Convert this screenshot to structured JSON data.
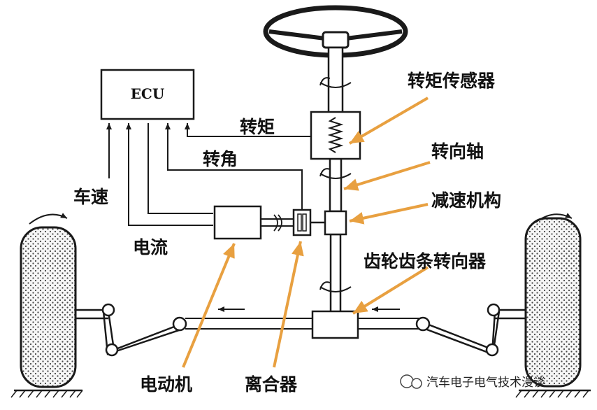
{
  "ecu": "ECU",
  "labels": {
    "torque_signal": "转矩",
    "angle_signal": "转角",
    "vehicle_speed": "车速",
    "current": "电流",
    "torque_sensor": "转矩传感器",
    "steering_shaft": "转向轴",
    "reduction_mechanism": "减速机构",
    "rack_pinion": "齿轮齿条转向器",
    "motor": "电动机",
    "clutch": "离合器"
  },
  "watermark": "汽车电子电气技术漫谈",
  "colors": {
    "arrow": "#E8A040",
    "line": "#1a1a1a",
    "wheel_fill": "#f4f4f4"
  }
}
